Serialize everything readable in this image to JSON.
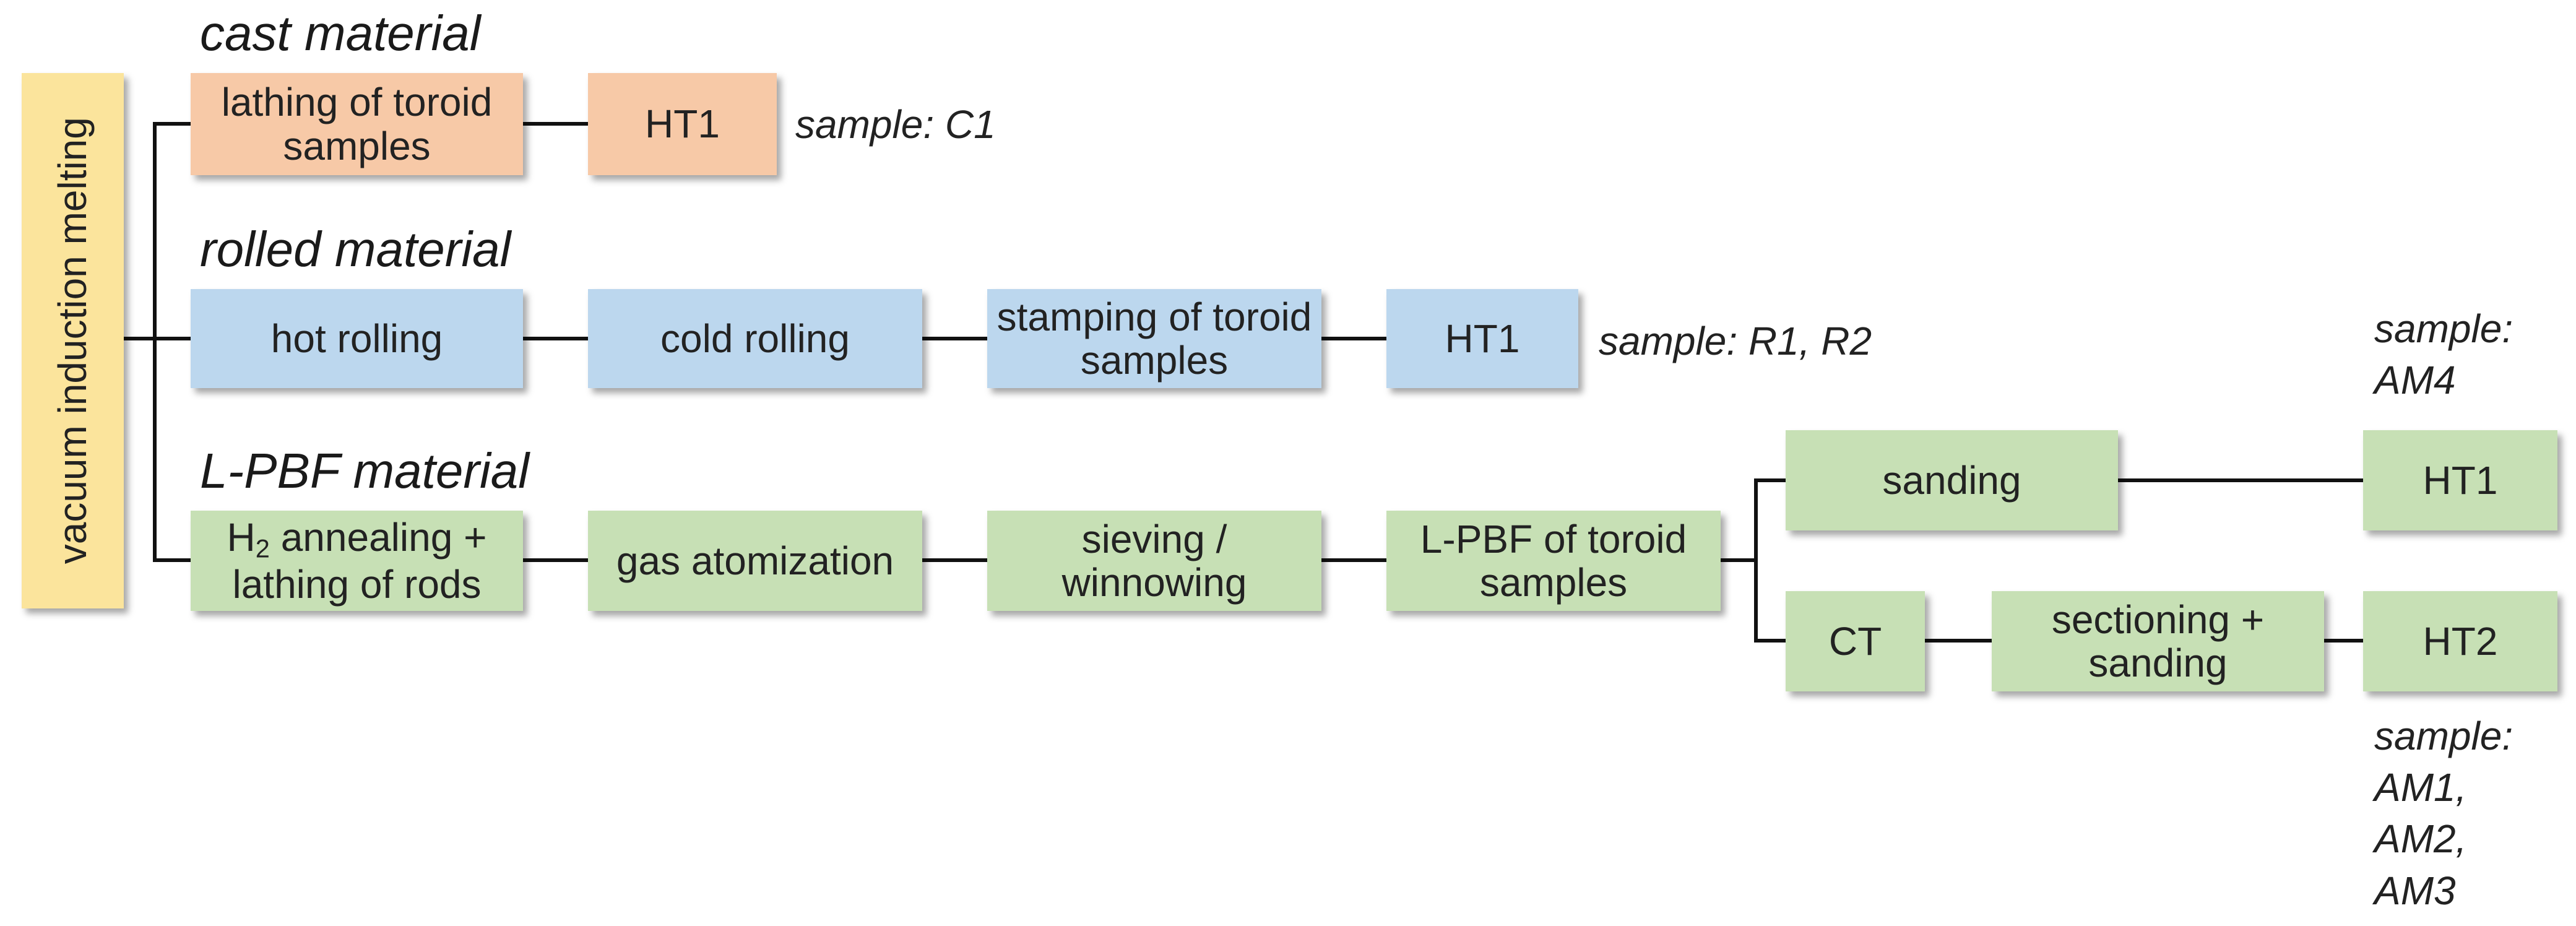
{
  "vacuum_induction_melting": "vacuum induction melting",
  "cast": {
    "title": "cast material",
    "steps": [
      "lathing of toroid samples",
      "HT1"
    ],
    "sample": "sample: C1"
  },
  "rolled": {
    "title": "rolled material",
    "steps": [
      "hot rolling",
      "cold rolling",
      "stamping of toroid samples",
      "HT1"
    ],
    "sample": "sample: R1, R2"
  },
  "lpbf": {
    "title": "L-PBF material",
    "step1_prefix": "H",
    "step1_subscript": "2",
    "step1_suffix": " annealing + lathing of rods",
    "steps": [
      "gas atomization",
      "sieving / winnowing",
      "L-PBF of toroid samples"
    ],
    "upper_branch": {
      "steps": [
        "sanding",
        "HT1"
      ],
      "sample": "sample: AM4"
    },
    "lower_branch": {
      "steps": [
        "CT",
        "sectioning + sanding",
        "HT2"
      ],
      "sample": "sample: AM1, AM2, AM3"
    }
  },
  "colors": {
    "cast": "#f7c9a7",
    "rolled": "#bcd7ee",
    "lpbf": "#c7e0b5",
    "vacuum_induction_melting": "#fbe49c",
    "connector": "#111111"
  }
}
